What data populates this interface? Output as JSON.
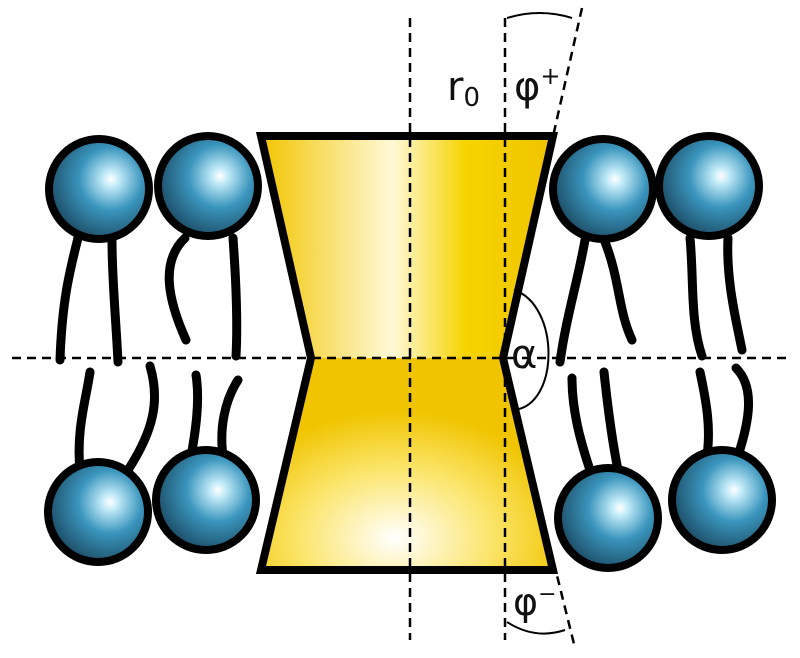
{
  "labels": {
    "radius": "r",
    "radius_subscript": "0",
    "phi_upper": "φ",
    "phi_upper_sup": "+",
    "phi_lower": "φ",
    "phi_lower_sup": "−",
    "alpha": "α"
  },
  "colors": {
    "lipid_head": "#2f7fa3",
    "lipid_head_highlight": "#ffffff",
    "lipid_head_dark": "#1b4f68",
    "inclusion_fill_center": "#ffffff",
    "inclusion_fill_edge": "#f2c500",
    "outline": "#000000"
  },
  "icons": {
    "lipid_head": "lipid-head-sphere",
    "lipid_tail": "lipid-tail-line",
    "inclusion": "hourglass-inclusion"
  }
}
